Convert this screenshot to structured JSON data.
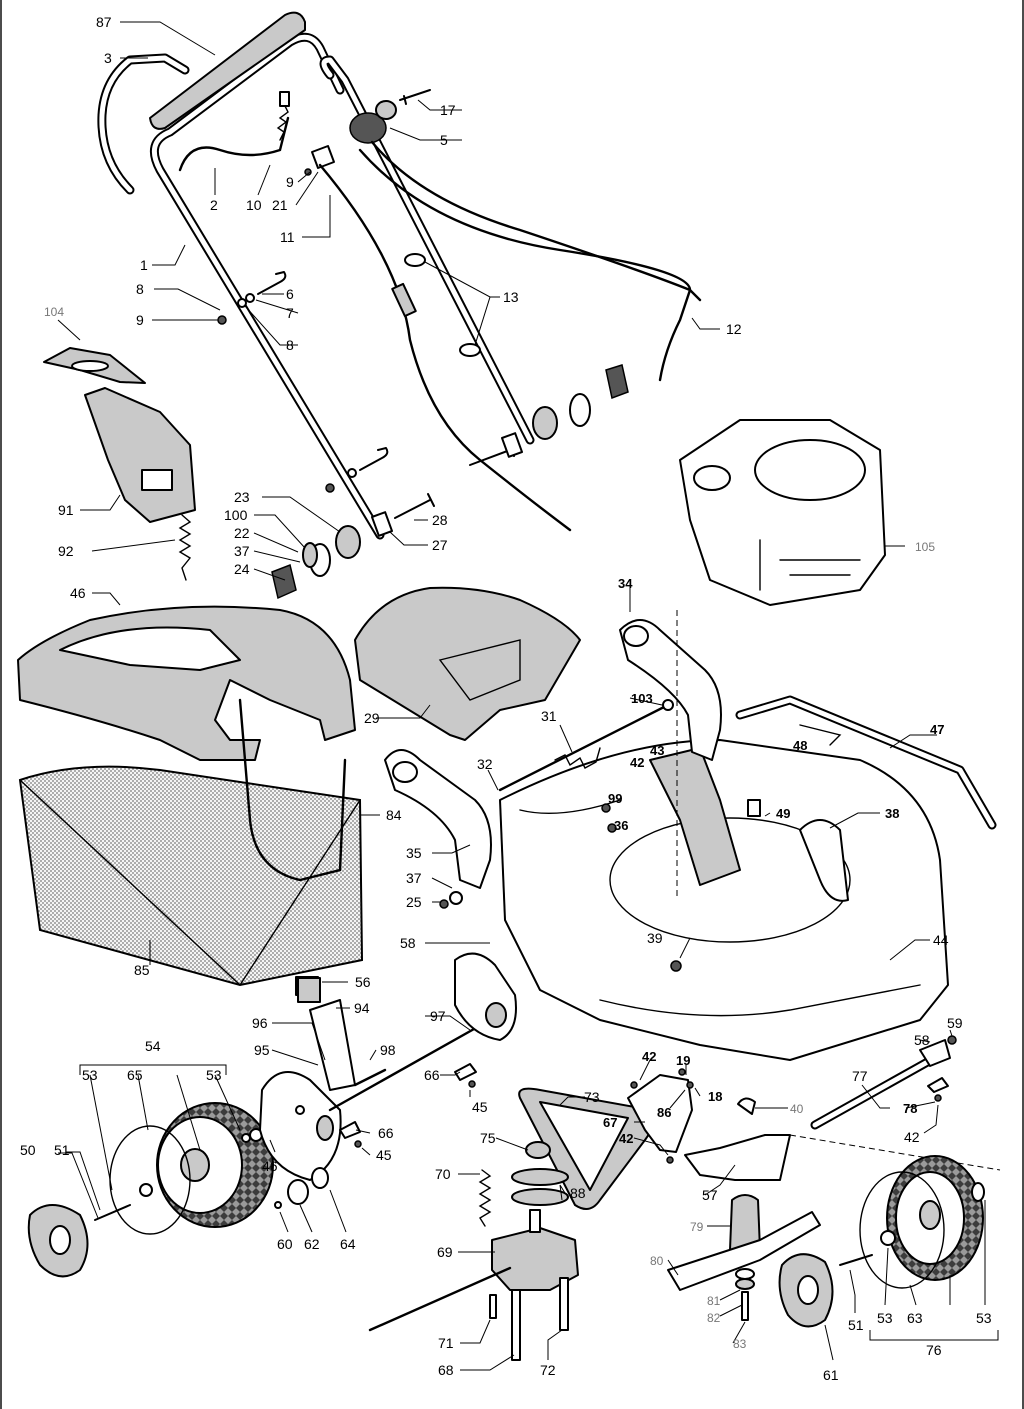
{
  "callouts": [
    {
      "text": "87",
      "style": "normal"
    },
    {
      "text": "3",
      "style": "normal"
    },
    {
      "text": "17",
      "style": "normal"
    },
    {
      "text": "5",
      "style": "normal"
    },
    {
      "text": "9",
      "style": "normal"
    },
    {
      "text": "2",
      "style": "normal"
    },
    {
      "text": "10",
      "style": "normal"
    },
    {
      "text": "21",
      "style": "normal"
    },
    {
      "text": "11",
      "style": "normal"
    },
    {
      "text": "1",
      "style": "normal"
    },
    {
      "text": "6",
      "style": "normal"
    },
    {
      "text": "8",
      "style": "normal"
    },
    {
      "text": "7",
      "style": "normal"
    },
    {
      "text": "9",
      "style": "normal"
    },
    {
      "text": "8",
      "style": "normal"
    },
    {
      "text": "13",
      "style": "normal"
    },
    {
      "text": "12",
      "style": "normal"
    },
    {
      "text": "104",
      "style": "grey"
    },
    {
      "text": "91",
      "style": "normal"
    },
    {
      "text": "92",
      "style": "normal"
    },
    {
      "text": "23",
      "style": "normal"
    },
    {
      "text": "100",
      "style": "normal"
    },
    {
      "text": "22",
      "style": "normal"
    },
    {
      "text": "37",
      "style": "normal"
    },
    {
      "text": "24",
      "style": "normal"
    },
    {
      "text": "28",
      "style": "normal"
    },
    {
      "text": "27",
      "style": "normal"
    },
    {
      "text": "105",
      "style": "grey"
    },
    {
      "text": "46",
      "style": "normal"
    },
    {
      "text": "29",
      "style": "normal"
    },
    {
      "text": "34",
      "style": "bold"
    },
    {
      "text": "103",
      "style": "bold"
    },
    {
      "text": "31",
      "style": "normal"
    },
    {
      "text": "32",
      "style": "normal"
    },
    {
      "text": "43",
      "style": "bold"
    },
    {
      "text": "42",
      "style": "bold"
    },
    {
      "text": "99",
      "style": "bold"
    },
    {
      "text": "36",
      "style": "bold"
    },
    {
      "text": "48",
      "style": "bold"
    },
    {
      "text": "47",
      "style": "bold"
    },
    {
      "text": "49",
      "style": "bold"
    },
    {
      "text": "38",
      "style": "bold"
    },
    {
      "text": "84",
      "style": "normal"
    },
    {
      "text": "35",
      "style": "normal"
    },
    {
      "text": "37",
      "style": "normal"
    },
    {
      "text": "25",
      "style": "normal"
    },
    {
      "text": "39",
      "style": "normal"
    },
    {
      "text": "44",
      "style": "normal"
    },
    {
      "text": "85",
      "style": "normal"
    },
    {
      "text": "58",
      "style": "normal"
    },
    {
      "text": "56",
      "style": "normal"
    },
    {
      "text": "94",
      "style": "normal"
    },
    {
      "text": "96",
      "style": "normal"
    },
    {
      "text": "97",
      "style": "normal"
    },
    {
      "text": "95",
      "style": "normal"
    },
    {
      "text": "98",
      "style": "normal"
    },
    {
      "text": "54",
      "style": "normal"
    },
    {
      "text": "53",
      "style": "normal"
    },
    {
      "text": "65",
      "style": "normal"
    },
    {
      "text": "53",
      "style": "normal"
    },
    {
      "text": "66",
      "style": "normal"
    },
    {
      "text": "45",
      "style": "normal"
    },
    {
      "text": "66",
      "style": "normal"
    },
    {
      "text": "45",
      "style": "normal"
    },
    {
      "text": "46",
      "style": "normal"
    },
    {
      "text": "73",
      "style": "normal"
    },
    {
      "text": "42",
      "style": "bold"
    },
    {
      "text": "19",
      "style": "bold"
    },
    {
      "text": "86",
      "style": "bold"
    },
    {
      "text": "18",
      "style": "bold"
    },
    {
      "text": "67",
      "style": "bold"
    },
    {
      "text": "42",
      "style": "bold"
    },
    {
      "text": "40",
      "style": "grey"
    },
    {
      "text": "58",
      "style": "normal"
    },
    {
      "text": "59",
      "style": "normal"
    },
    {
      "text": "77",
      "style": "normal"
    },
    {
      "text": "78",
      "style": "bold"
    },
    {
      "text": "42",
      "style": "normal"
    },
    {
      "text": "50",
      "style": "normal"
    },
    {
      "text": "51",
      "style": "normal"
    },
    {
      "text": "75",
      "style": "normal"
    },
    {
      "text": "88",
      "style": "normal"
    },
    {
      "text": "70",
      "style": "normal"
    },
    {
      "text": "57",
      "style": "normal"
    },
    {
      "text": "79",
      "style": "grey"
    },
    {
      "text": "60",
      "style": "normal"
    },
    {
      "text": "62",
      "style": "normal"
    },
    {
      "text": "64",
      "style": "normal"
    },
    {
      "text": "69",
      "style": "normal"
    },
    {
      "text": "80",
      "style": "grey"
    },
    {
      "text": "81",
      "style": "grey"
    },
    {
      "text": "82",
      "style": "grey"
    },
    {
      "text": "83",
      "style": "grey"
    },
    {
      "text": "71",
      "style": "normal"
    },
    {
      "text": "68",
      "style": "normal"
    },
    {
      "text": "72",
      "style": "normal"
    },
    {
      "text": "51",
      "style": "normal"
    },
    {
      "text": "53",
      "style": "normal"
    },
    {
      "text": "63",
      "style": "normal"
    },
    {
      "text": "53",
      "style": "normal"
    },
    {
      "text": "76",
      "style": "normal"
    },
    {
      "text": "61",
      "style": "normal"
    }
  ]
}
